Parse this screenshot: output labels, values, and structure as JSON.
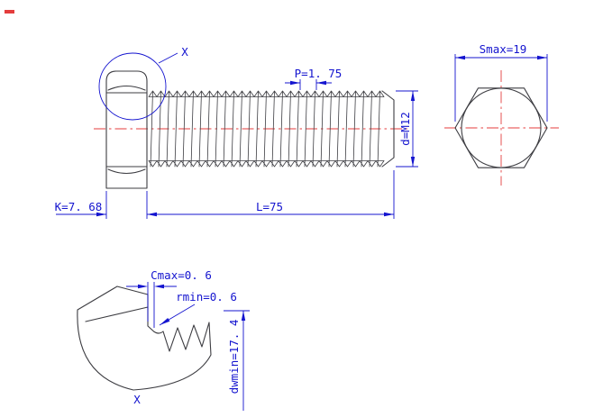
{
  "drawing_type": "hex bolt engineering drawing",
  "colors": {
    "dimension_blue": "#1414cf",
    "outline_gray": "#3d3d42",
    "centerline_red": "#e43d3d"
  },
  "views": {
    "side_view": {
      "detail_marker": "X",
      "dims": {
        "pitch": "P=1. 75",
        "thread": "d=M12",
        "head_height": "K=7. 68",
        "length": "L=75"
      }
    },
    "end_view": {
      "dims": {
        "width_across": "Smax=19"
      }
    },
    "detail_view": {
      "marker": "X",
      "dims": {
        "chamfer": "Cmax=0. 6",
        "fillet_radius": "rmin=0. 6",
        "washer_face_diameter": "dwmin=17. 4"
      }
    }
  }
}
